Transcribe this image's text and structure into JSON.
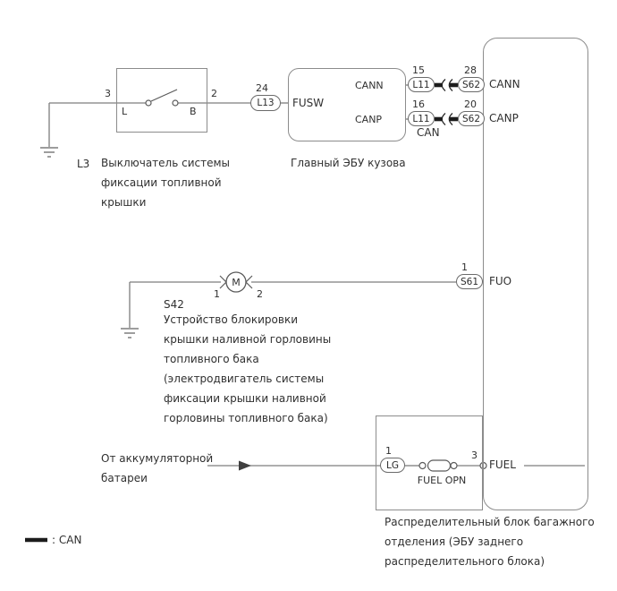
{
  "colors": {
    "wire": "#7d7d7d",
    "can_bus": "#1c1c1c",
    "text": "#303030",
    "background": "#ffffff"
  },
  "legend": {
    "can": ": CAN"
  },
  "switch": {
    "ref": "L3",
    "pin_left": "3",
    "pin_right": "2",
    "term_left": "L",
    "term_right": "B",
    "caption": [
      "Выключатель системы",
      "фиксации топливной",
      "крышки"
    ]
  },
  "ecu": {
    "caption": "Главный ЭБУ кузова",
    "connector": "L13",
    "connector_pin": "24",
    "signal": "FUSW",
    "can_bus_label": "CAN",
    "cann": {
      "label": "CANN",
      "pin": "15",
      "connector": "L11"
    },
    "canp": {
      "label": "CANP",
      "pin": "16",
      "connector": "L11"
    }
  },
  "motor": {
    "ref": "S42",
    "symbol": "M",
    "pin_left": "1",
    "pin_right": "2",
    "caption": [
      "Устройство блокировки",
      "крышки наливной горловины",
      "топливного бака",
      "(электродвигатель системы",
      "фиксации крышки наливной",
      "горловины топливного бака)"
    ]
  },
  "battery": {
    "caption": [
      "От аккумуляторной",
      "батареи"
    ]
  },
  "junction": {
    "caption": [
      "Распределительный блок багажного",
      "отделения (ЭБУ заднего",
      "распределительного блока)"
    ],
    "cann": {
      "pin": "28",
      "connector": "S62",
      "signal": "CANN"
    },
    "canp": {
      "pin": "20",
      "connector": "S62",
      "signal": "CANP"
    },
    "fuo": {
      "pin": "1",
      "connector": "S61",
      "signal": "FUO"
    },
    "lg": {
      "pin": "1",
      "connector": "LG"
    },
    "fuse": "FUEL OPN",
    "fuel": {
      "pin": "3",
      "signal": "FUEL"
    }
  }
}
